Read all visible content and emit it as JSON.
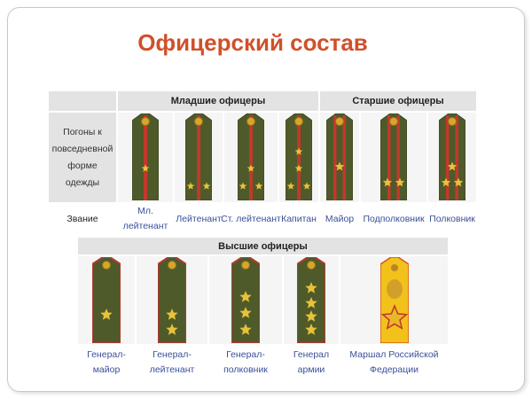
{
  "slide": {
    "title": "Офицерский состав"
  },
  "colors": {
    "title": "#d0502a",
    "board": "#4f5a2a",
    "stripe": "#c0392b",
    "star": "#e8c23a",
    "marshal": "#f2c21a",
    "link": "#3a4f9a"
  },
  "top_table": {
    "groups": [
      "Младшие офицеры",
      "Старшие офицеры"
    ],
    "row_label": "Погоны к повседневной форме одежды",
    "rank_label": "Звание",
    "ranks": [
      {
        "name": "Мл. лейтенант",
        "group": "junior",
        "stars": 1
      },
      {
        "name": "Лейтенант",
        "group": "junior",
        "stars": 2
      },
      {
        "name": "Ст. лейтенант",
        "group": "junior",
        "stars": 3
      },
      {
        "name": "Капитан",
        "group": "junior",
        "stars": 4
      },
      {
        "name": "Майор",
        "group": "senior",
        "stars": 1
      },
      {
        "name": "Подполковник",
        "group": "senior",
        "stars": 2
      },
      {
        "name": "Полковник",
        "group": "senior",
        "stars": 3
      }
    ]
  },
  "bottom_table": {
    "group": "Высшие офицеры",
    "ranks": [
      {
        "name": "Генерал-майор",
        "stars": 1
      },
      {
        "name": "Генерал-лейтенант",
        "stars": 2
      },
      {
        "name": "Генерал-полковник",
        "stars": 3
      },
      {
        "name": "Генерал армии",
        "stars": 4
      },
      {
        "name": "Маршал Российской Федерации",
        "stars": 1
      }
    ]
  }
}
